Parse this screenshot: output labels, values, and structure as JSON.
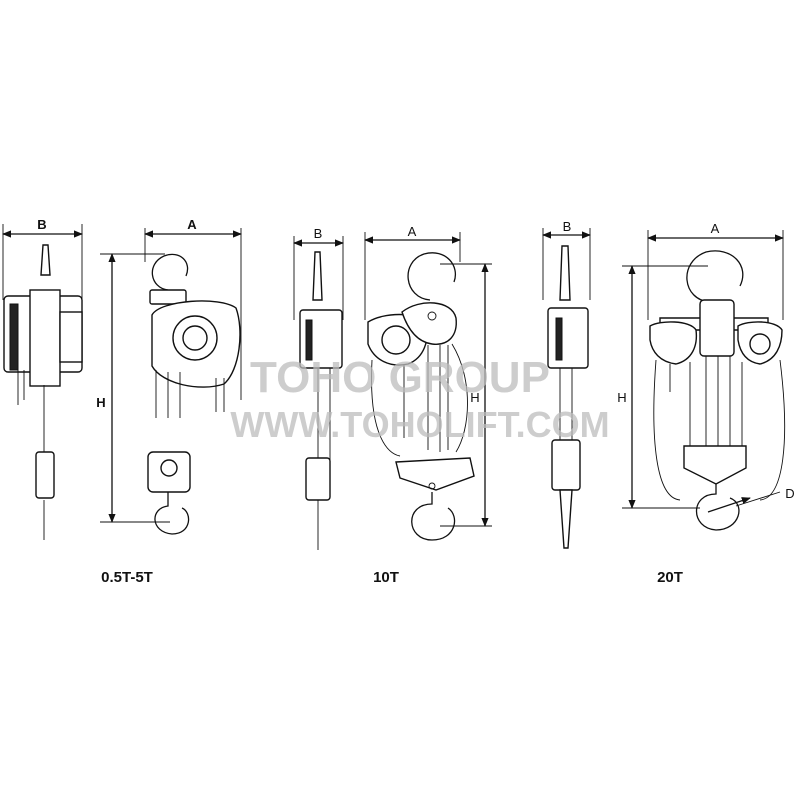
{
  "models": [
    {
      "label": "0.5T-5T",
      "dim_b": "B",
      "dim_a": "A",
      "dim_h": "H"
    },
    {
      "label": "10T",
      "dim_b": "B",
      "dim_a": "A",
      "dim_h": "H"
    },
    {
      "label": "20T",
      "dim_b": "B",
      "dim_a": "A",
      "dim_h": "H",
      "dim_d": "D"
    }
  ],
  "watermark": {
    "line1": "TOHO GROUP",
    "line2": "WWW.TOHOLIFT.COM"
  }
}
